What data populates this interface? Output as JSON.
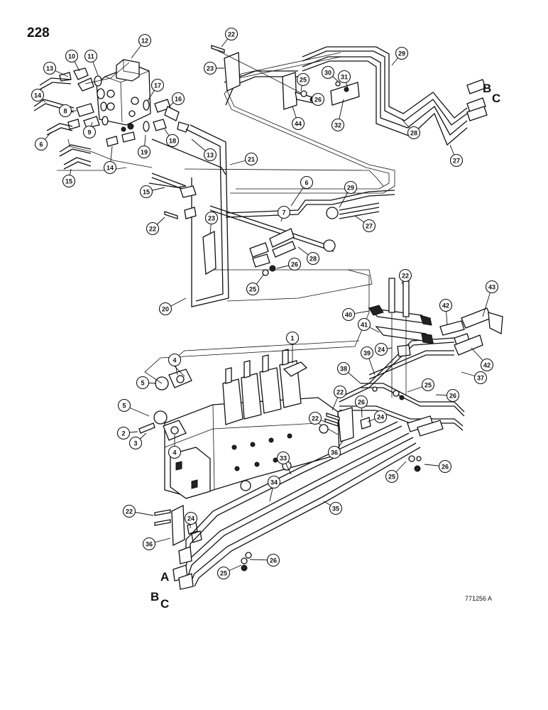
{
  "page_number": "228",
  "figure_code": "771256 A",
  "port_labels": {
    "upper_b": "B",
    "upper_c": "C",
    "lower_a": "A",
    "lower_b": "B",
    "lower_c": "C"
  },
  "callouts": [
    {
      "id": "c12",
      "label": "12"
    },
    {
      "id": "c13a",
      "label": "13"
    },
    {
      "id": "c10",
      "label": "10"
    },
    {
      "id": "c11",
      "label": "11"
    },
    {
      "id": "c14a",
      "label": "14"
    },
    {
      "id": "c8",
      "label": "8"
    },
    {
      "id": "c9",
      "label": "9"
    },
    {
      "id": "c6a",
      "label": "6"
    },
    {
      "id": "c14b",
      "label": "14"
    },
    {
      "id": "c15a",
      "label": "15"
    },
    {
      "id": "c17",
      "label": "17"
    },
    {
      "id": "c16",
      "label": "16"
    },
    {
      "id": "c18",
      "label": "18"
    },
    {
      "id": "c19",
      "label": "19"
    },
    {
      "id": "c13b",
      "label": "13"
    },
    {
      "id": "c21",
      "label": "21"
    },
    {
      "id": "c15b",
      "label": "15"
    },
    {
      "id": "c22a",
      "label": "22"
    },
    {
      "id": "c23a",
      "label": "23"
    },
    {
      "id": "c25a",
      "label": "25"
    },
    {
      "id": "c26a",
      "label": "26"
    },
    {
      "id": "c30",
      "label": "30"
    },
    {
      "id": "c31",
      "label": "31"
    },
    {
      "id": "c44",
      "label": "44"
    },
    {
      "id": "c32",
      "label": "32"
    },
    {
      "id": "c29a",
      "label": "29"
    },
    {
      "id": "c28a",
      "label": "28"
    },
    {
      "id": "c27a",
      "label": "27"
    },
    {
      "id": "c6b",
      "label": "6"
    },
    {
      "id": "c29b",
      "label": "29"
    },
    {
      "id": "c7",
      "label": "7"
    },
    {
      "id": "c27b",
      "label": "27"
    },
    {
      "id": "c22b",
      "label": "22"
    },
    {
      "id": "c23b",
      "label": "23"
    },
    {
      "id": "c28b",
      "label": "28"
    },
    {
      "id": "c26b",
      "label": "26"
    },
    {
      "id": "c25b",
      "label": "25"
    },
    {
      "id": "c20",
      "label": "20"
    },
    {
      "id": "c22c",
      "label": "22"
    },
    {
      "id": "c43",
      "label": "43"
    },
    {
      "id": "c40",
      "label": "40"
    },
    {
      "id": "c42a",
      "label": "42"
    },
    {
      "id": "c41",
      "label": "41"
    },
    {
      "id": "c24a",
      "label": "24"
    },
    {
      "id": "c42b",
      "label": "42"
    },
    {
      "id": "c1",
      "label": "1"
    },
    {
      "id": "c4a",
      "label": "4"
    },
    {
      "id": "c5a",
      "label": "5"
    },
    {
      "id": "c39",
      "label": "39"
    },
    {
      "id": "c38",
      "label": "38"
    },
    {
      "id": "c37",
      "label": "37"
    },
    {
      "id": "c25c",
      "label": "25"
    },
    {
      "id": "c26c",
      "label": "26"
    },
    {
      "id": "c22d",
      "label": "22"
    },
    {
      "id": "c26d",
      "label": "26"
    },
    {
      "id": "c24b",
      "label": "24"
    },
    {
      "id": "c22e",
      "label": "22"
    },
    {
      "id": "c5b",
      "label": "5"
    },
    {
      "id": "c2",
      "label": "2"
    },
    {
      "id": "c3",
      "label": "3"
    },
    {
      "id": "c4b",
      "label": "4"
    },
    {
      "id": "c36a",
      "label": "36"
    },
    {
      "id": "c33",
      "label": "33"
    },
    {
      "id": "c25d",
      "label": "25"
    },
    {
      "id": "c26e",
      "label": "26"
    },
    {
      "id": "c34",
      "label": "34"
    },
    {
      "id": "c35",
      "label": "35"
    },
    {
      "id": "c22f",
      "label": "22"
    },
    {
      "id": "c24c",
      "label": "24"
    },
    {
      "id": "c36b",
      "label": "36"
    },
    {
      "id": "c25e",
      "label": "25"
    },
    {
      "id": "c26f",
      "label": "26"
    }
  ]
}
